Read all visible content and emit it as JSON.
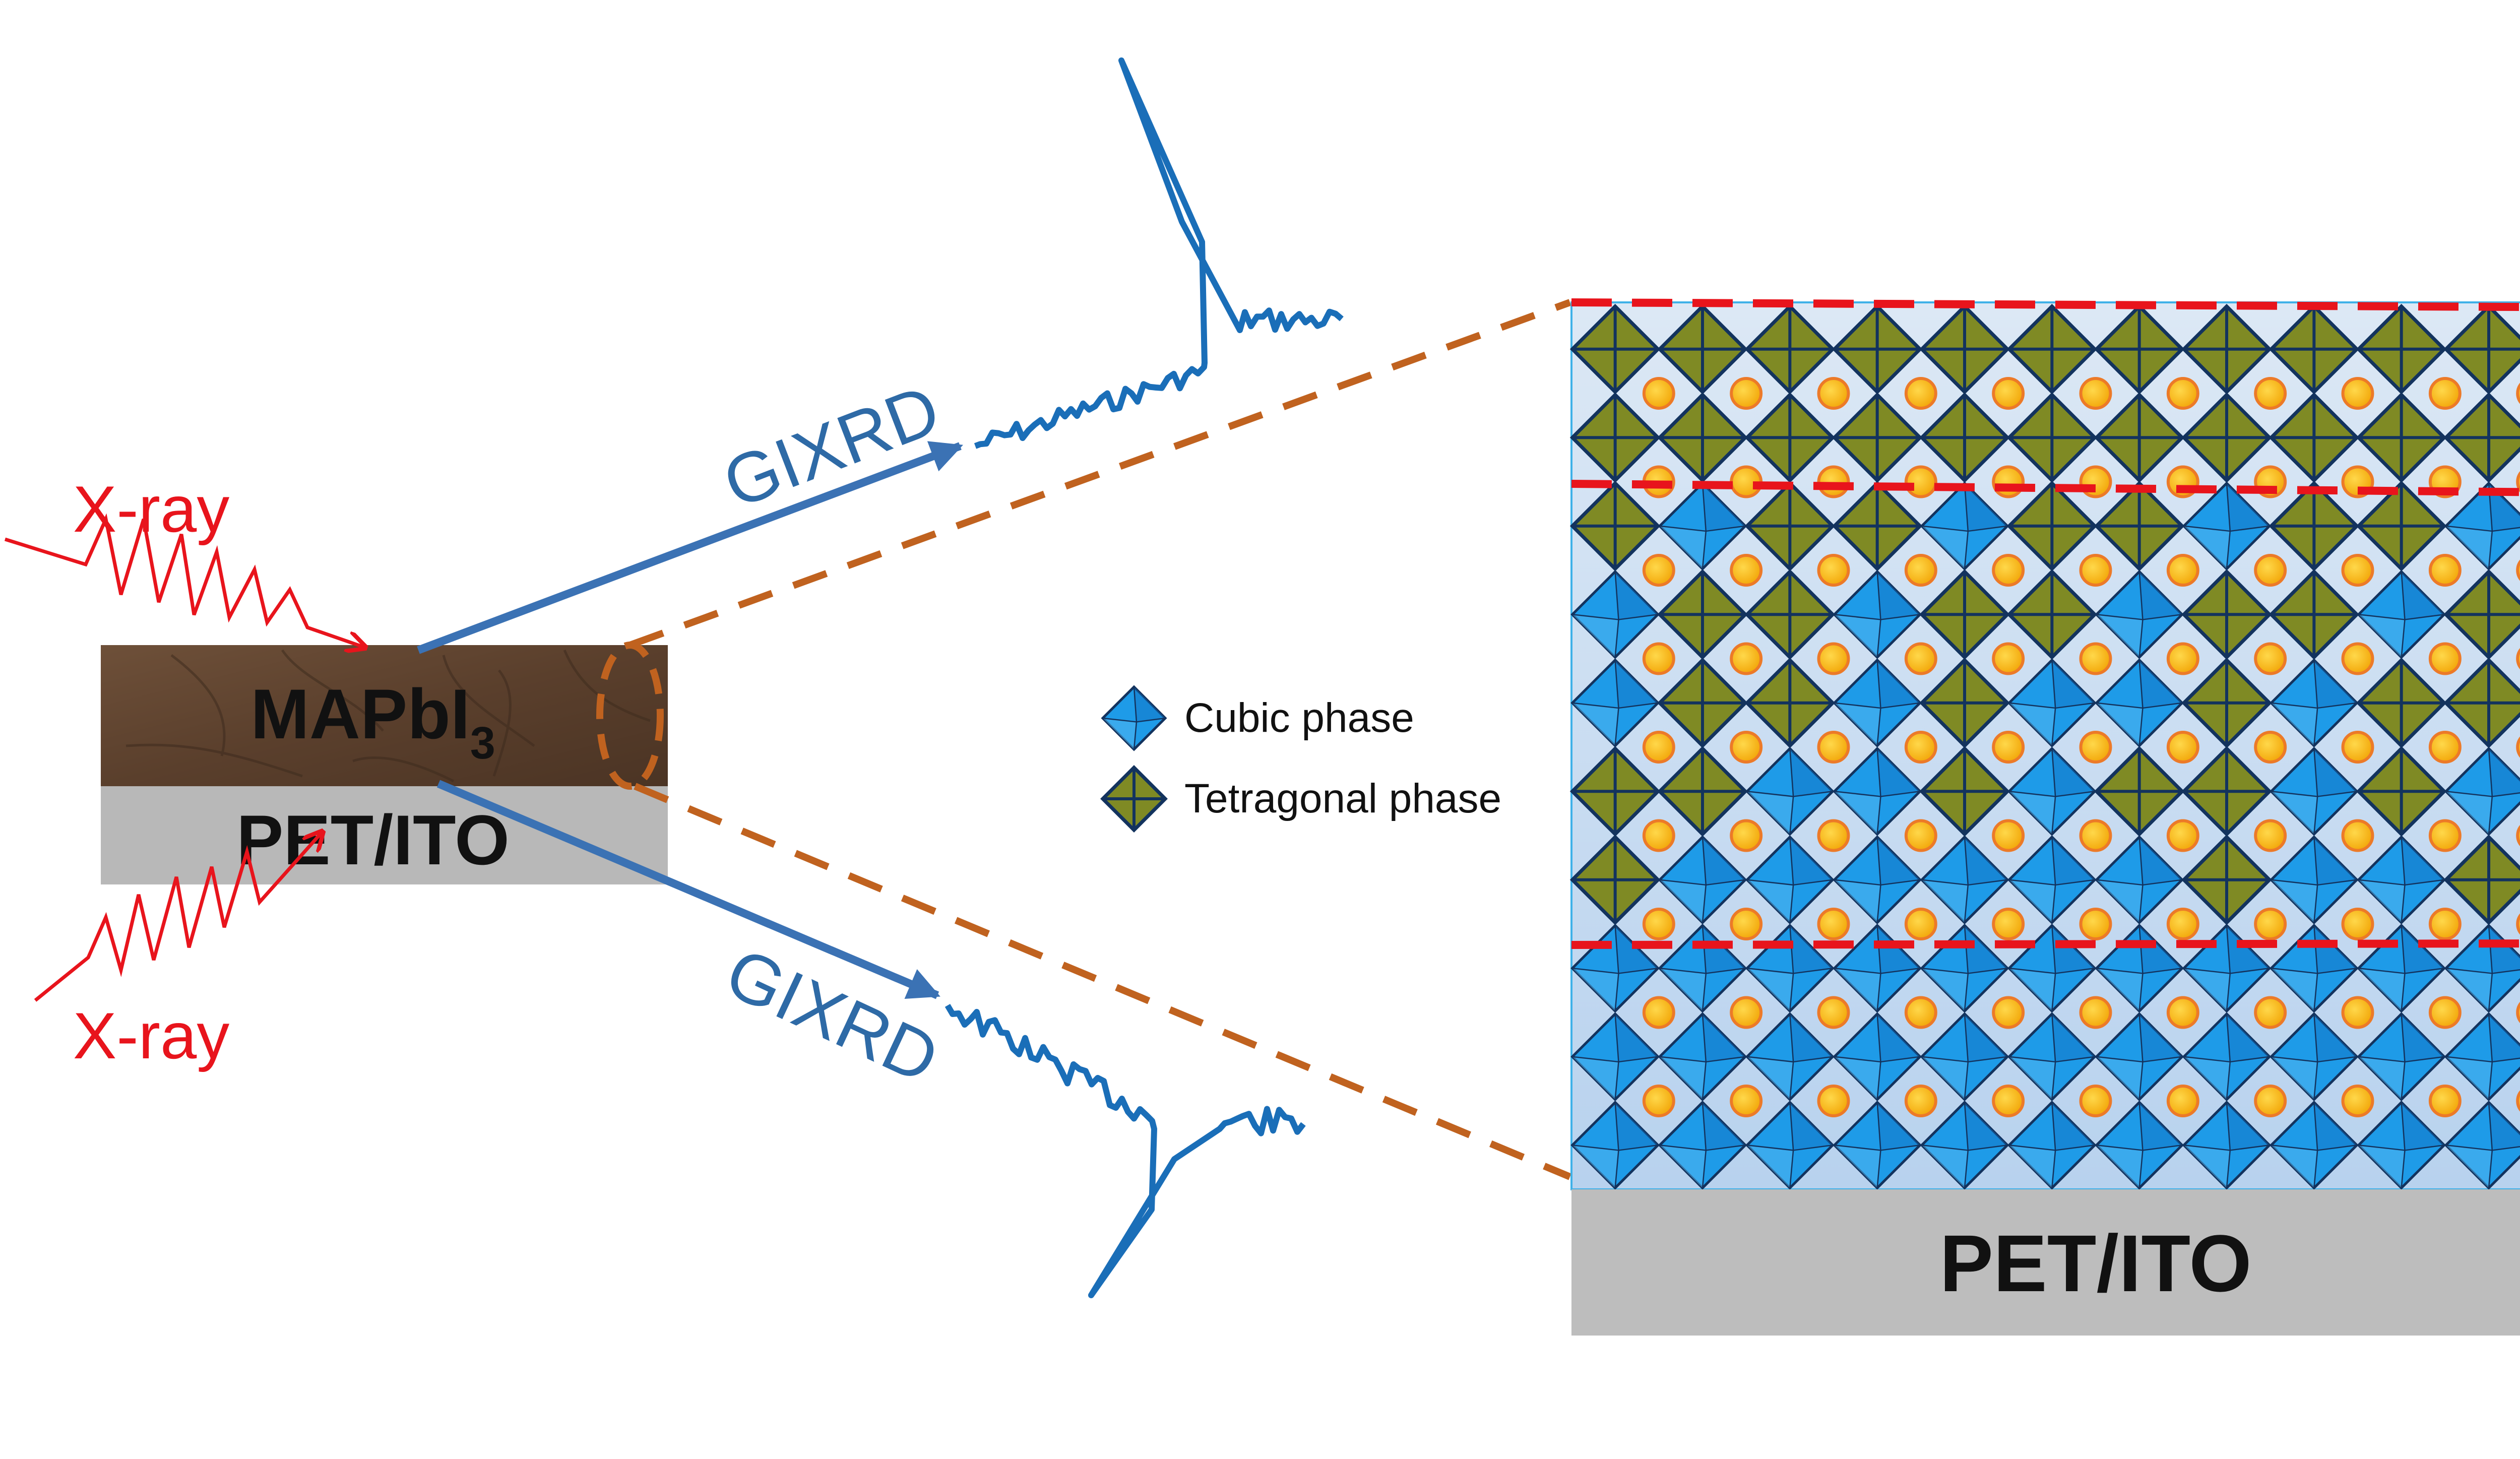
{
  "labels": {
    "xray_top": "X-ray",
    "xray_bottom": "X-ray",
    "gixrd_top": "GIXRD",
    "gixrd_bottom": "GIXRD",
    "film_main": "MAPbI",
    "film_sub": "3",
    "substrate_left": "PET/ITO",
    "substrate_right": "PET/ITO"
  },
  "legend": {
    "items": [
      {
        "label": "Cubic phase",
        "symbol": "cubic"
      },
      {
        "label": "Tetragonal phase",
        "symbol": "tetragonal"
      }
    ]
  },
  "lattice": {
    "columns": 12,
    "rows": 10,
    "pattern": [
      "TTTTTTTTTTTT",
      "TTTTTTTTTTTT",
      "TCTTCTTCTTCT",
      "CTTCTTCTTCTC",
      "CTTCTCCTCTTC",
      "TTCCTCTTCTCC",
      "TCCCCCCTCCTC",
      "CCCCCCCCCCCC",
      "CCCCCCCCCCCC",
      "CCCCCCCCCCCC"
    ]
  },
  "colors": {
    "xray": "#e8141c",
    "arrow": "#3b72b4",
    "text_blue": "#2e6aa6",
    "pattern_line": "#1a6eb8",
    "zoom_dash": "#c0621f",
    "boundary_dash": "#e8141c",
    "cubic": "#1e9be8",
    "cubic_dark": "#0f6fc0",
    "tetragonal": "#7f8a24",
    "octa_edge": "#13335e",
    "cation": "#f7b80d",
    "cation_edge": "#ec7a28",
    "film_brown": "#5e4331",
    "substrate_gray": "#b8b8b8",
    "lattice_bg": "#c9dcf0"
  }
}
